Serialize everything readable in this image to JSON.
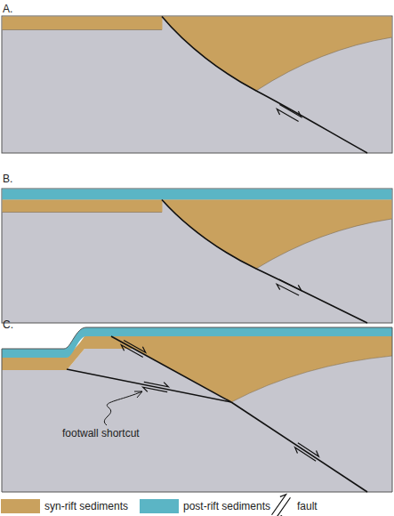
{
  "diagram": {
    "labels": [
      "A.",
      "B.",
      "C.",
      "footwall shortcut"
    ],
    "legend": [
      {
        "text": "syn-rift sediments",
        "color": "#c9a15e"
      },
      {
        "text": "post-rift sediments",
        "color": "#5bb5c5"
      },
      {
        "text": "fault"
      }
    ]
  }
}
